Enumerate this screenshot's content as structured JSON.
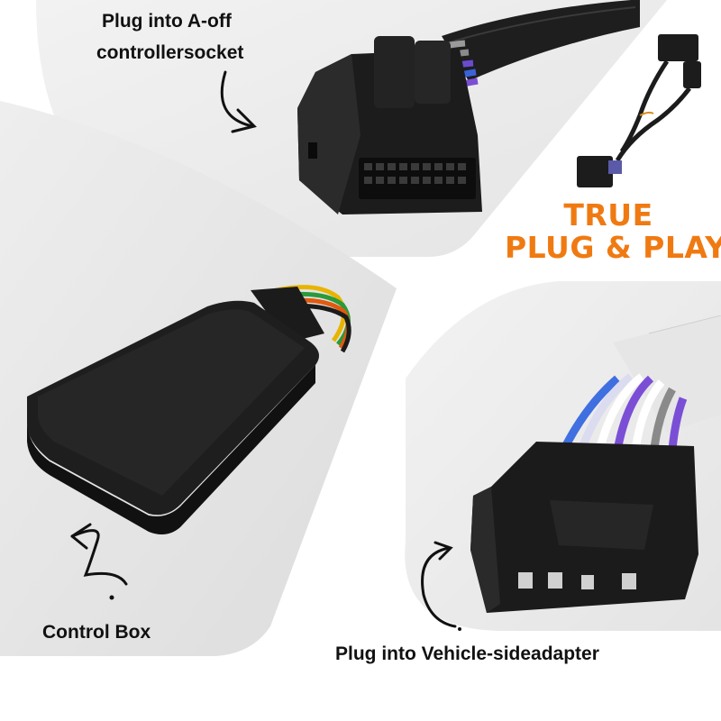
{
  "labels": {
    "top_line1": "Plug into A-off",
    "top_line2": "controllersocket",
    "control_box": "Control Box",
    "bottom": "Plug into Vehicle-sideadapter"
  },
  "headline": {
    "line1": "TRUE",
    "line2": "PLUG & PLAY"
  },
  "colors": {
    "headline_orange": "#f07a12",
    "panel_grey": "#ebebeb",
    "product_black": "#1b1b1b",
    "text_black": "#111111"
  }
}
